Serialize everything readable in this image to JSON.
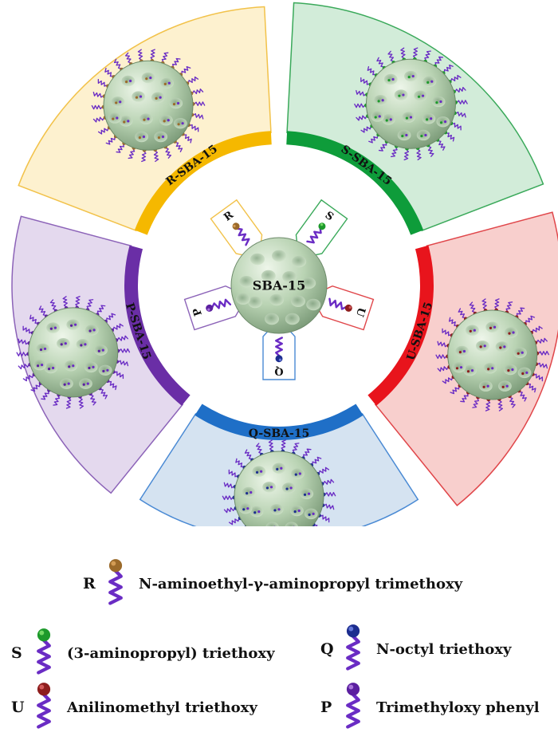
{
  "center_label": "SBA-15",
  "segments": [
    {
      "id": "R",
      "label": "R-SBA-15",
      "color": "#f5b800",
      "fill": "#fdf1cf",
      "border": "#f2c24a",
      "ball": "#9b6a2a",
      "ball_hi": "#d9a25a"
    },
    {
      "id": "S",
      "label": "S-SBA-15",
      "color": "#0e9c3a",
      "fill": "#d2ecd9",
      "border": "#3aa95a",
      "ball": "#1d9a2b",
      "ball_hi": "#7de06a"
    },
    {
      "id": "U",
      "label": "U-SBA-15",
      "color": "#e8141c",
      "fill": "#f8cfcd",
      "border": "#e0464a",
      "ball": "#8e1d1d",
      "ball_hi": "#d96060"
    },
    {
      "id": "Q",
      "label": "Q-SBA-15",
      "color": "#1f6fc7",
      "fill": "#d5e3f1",
      "border": "#4a8ad4",
      "ball": "#1c2d8f",
      "ball_hi": "#6d7fe0"
    },
    {
      "id": "P",
      "label": "P-SBA-15",
      "color": "#6a2ea6",
      "fill": "#e4d9ee",
      "border": "#8c63b8",
      "ball": "#5b1fa0",
      "ball_hi": "#b07de0"
    }
  ],
  "legend": [
    {
      "letter": "R",
      "text": "N-aminoethyl-γ-aminopropyl trimethoxy",
      "ball": "#9b6a2a",
      "ball_hi": "#d9a25a"
    },
    {
      "letter": "S",
      "text": "(3-aminopropyl) triethoxy",
      "ball": "#1d9a2b",
      "ball_hi": "#7de06a"
    },
    {
      "letter": "Q",
      "text": "N-octyl triethoxy",
      "ball": "#1c2d8f",
      "ball_hi": "#6d7fe0"
    },
    {
      "letter": "U",
      "text": "Anilinomethyl triethoxy",
      "ball": "#8e1d1d",
      "ball_hi": "#d96060"
    },
    {
      "letter": "P",
      "text": "Trimethyloxy phenyl",
      "ball": "#5b1fa0",
      "ball_hi": "#b07de0"
    }
  ]
}
